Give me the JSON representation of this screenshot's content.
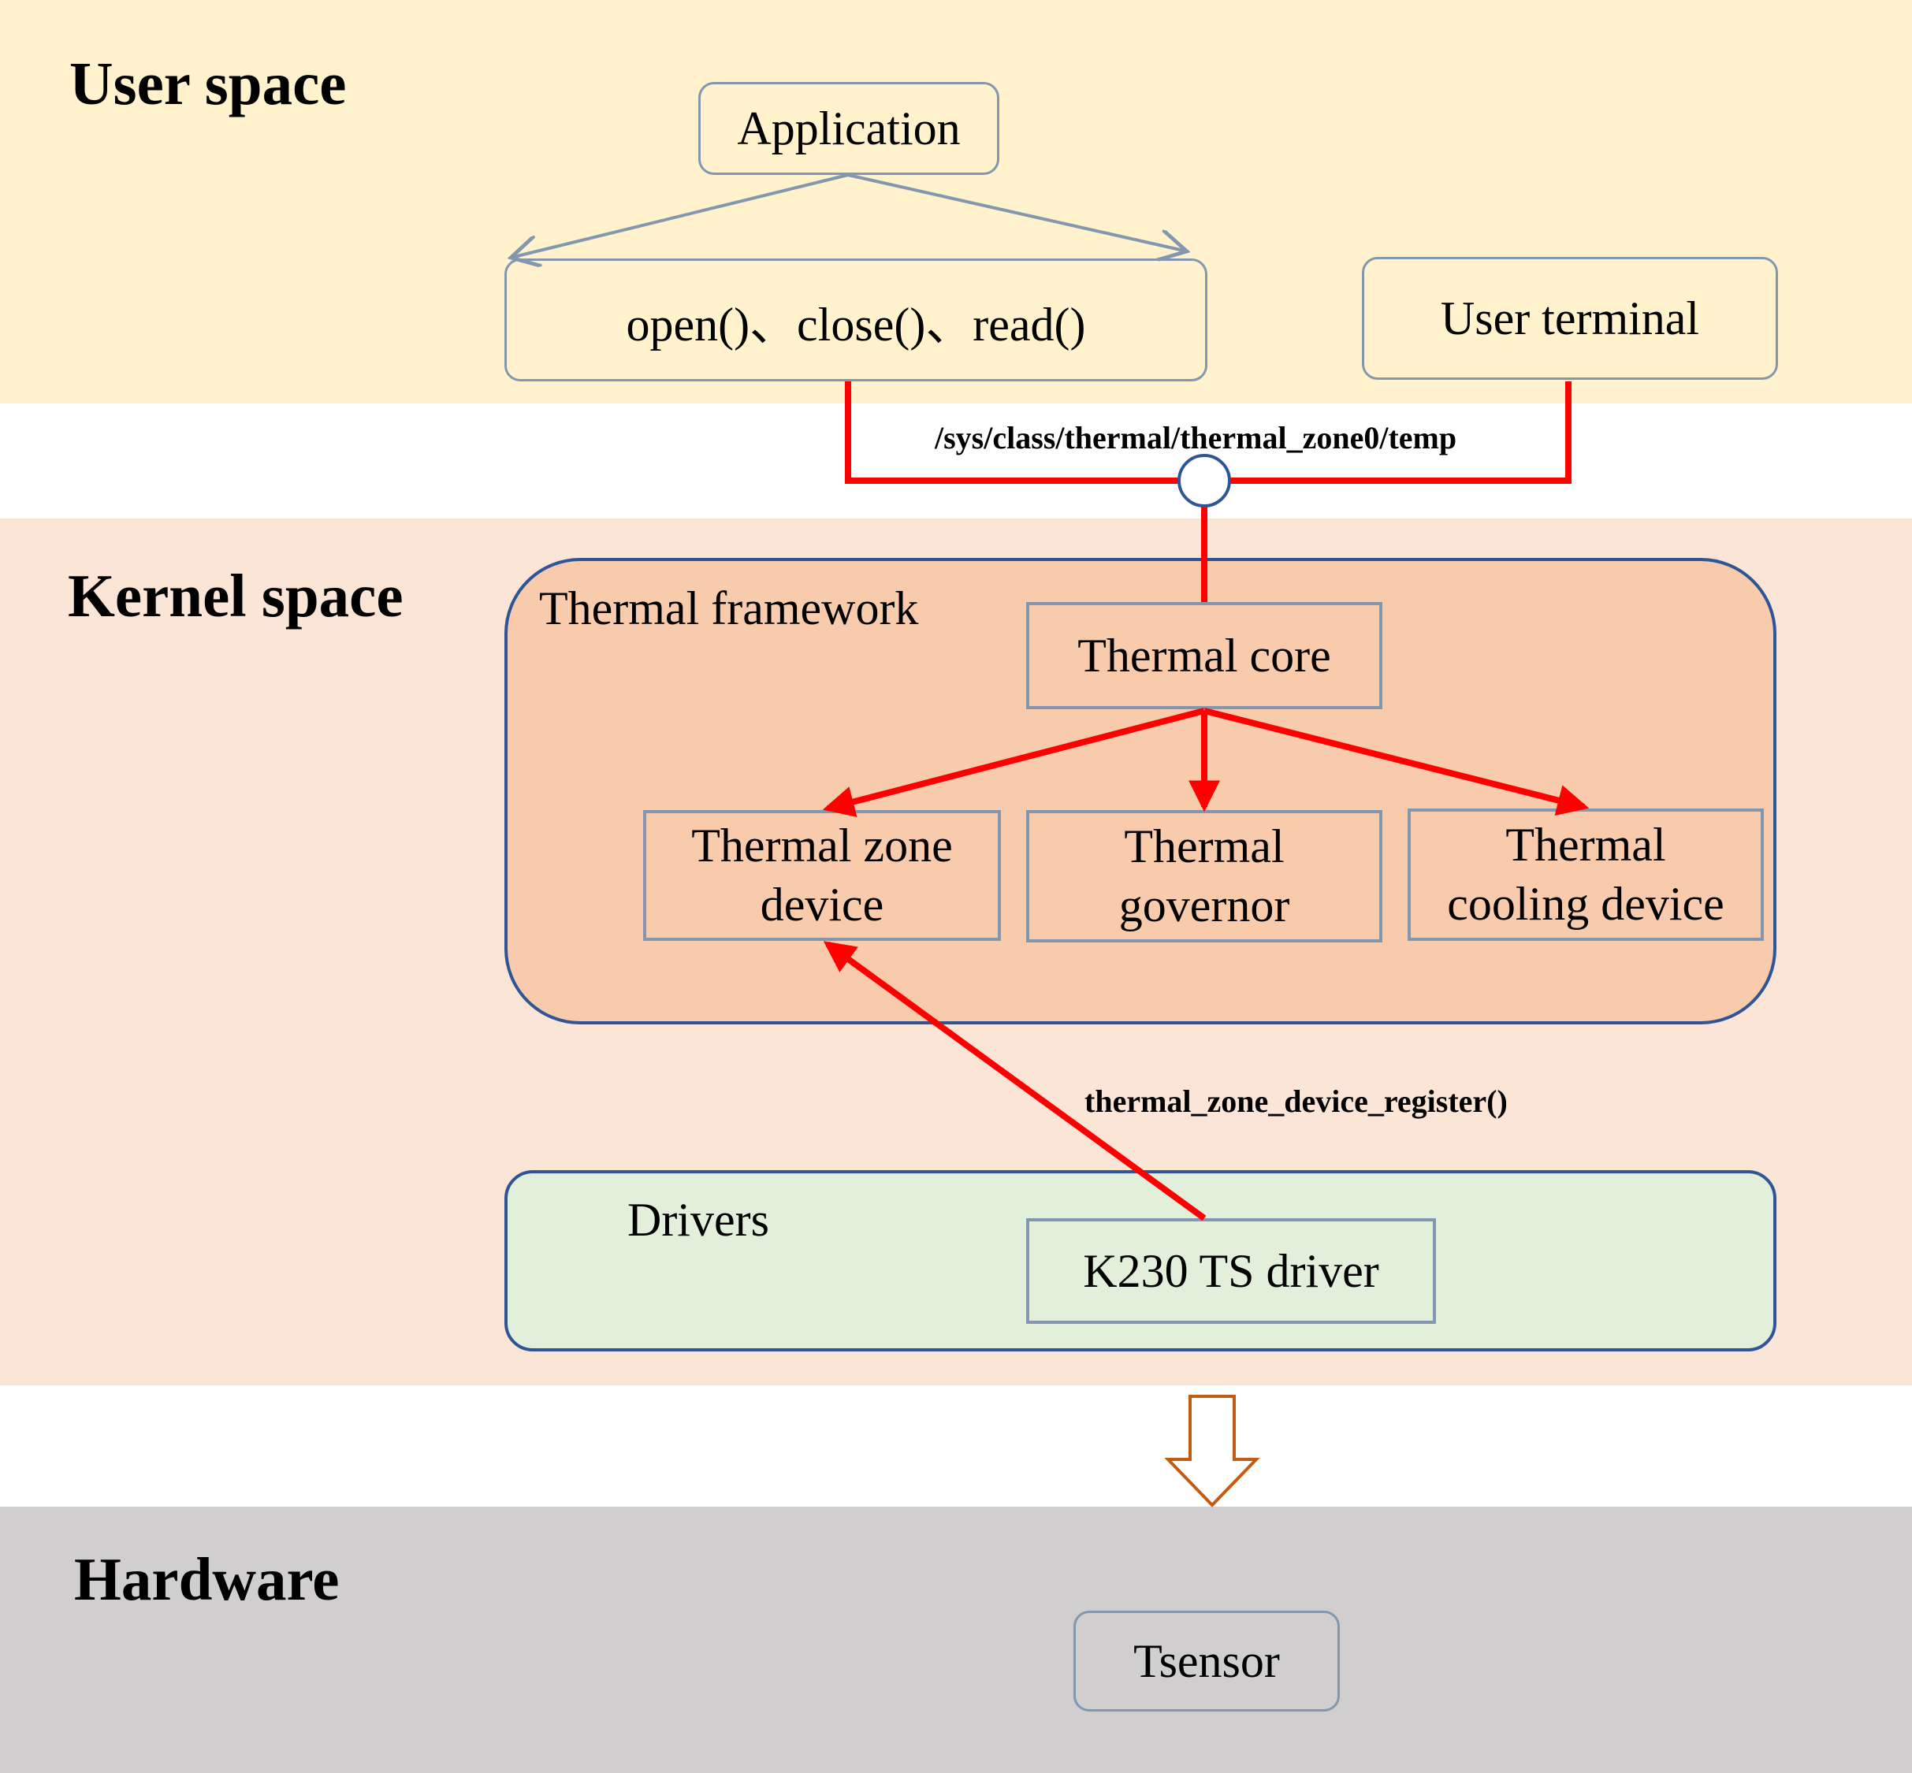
{
  "sections": {
    "user": "User space",
    "kernel": "Kernel space",
    "hardware": "Hardware"
  },
  "user_space": {
    "application": "Application",
    "syscalls": "open()、close()、read()",
    "terminal": "User terminal",
    "sysfs_path": "/sys/class/thermal/thermal_zone0/temp"
  },
  "kernel_space": {
    "framework_label": "Thermal framework",
    "core": "Thermal core",
    "zone_device_line1": "Thermal zone",
    "zone_device_line2": "device",
    "governor_line1": "Thermal",
    "governor_line2": "governor",
    "cooling_line1": "Thermal",
    "cooling_line2": "cooling device",
    "register_call": "thermal_zone_device_register()",
    "drivers_label": "Drivers",
    "ts_driver": "K230 TS driver"
  },
  "hardware": {
    "tsensor": "Tsensor"
  },
  "colors": {
    "user_band": "#fff2cc",
    "kernel_band": "#fbe5d6",
    "hardware_band": "#d0cece",
    "framework_fill": "#f8cbad",
    "drivers_fill": "#e2efda",
    "container_border": "#2f5597",
    "box_border": "#8497b0",
    "red_wire": "#ff0000",
    "down_arrow": "#c55a11"
  }
}
